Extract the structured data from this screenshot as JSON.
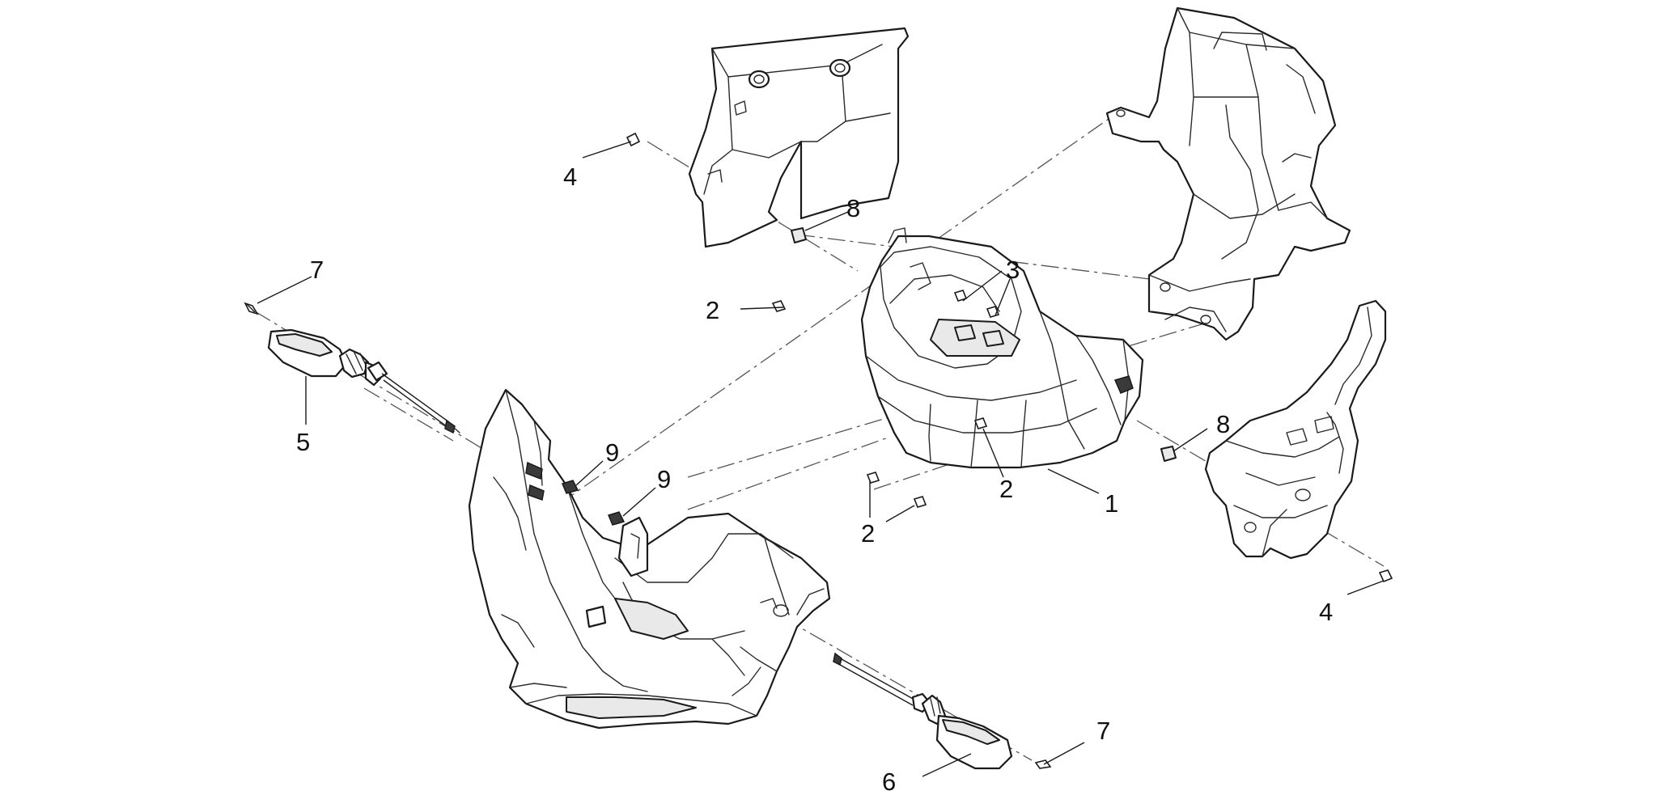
{
  "diagram": {
    "callouts": [
      {
        "id": "c1",
        "label": "1"
      },
      {
        "id": "c2a",
        "label": "2"
      },
      {
        "id": "c2b",
        "label": "2"
      },
      {
        "id": "c2c",
        "label": "2"
      },
      {
        "id": "c3",
        "label": "3"
      },
      {
        "id": "c4a",
        "label": "4"
      },
      {
        "id": "c4b",
        "label": "4"
      },
      {
        "id": "c5",
        "label": "5"
      },
      {
        "id": "c6",
        "label": "6"
      },
      {
        "id": "c7a",
        "label": "7"
      },
      {
        "id": "c7b",
        "label": "7"
      },
      {
        "id": "c8a",
        "label": "8"
      },
      {
        "id": "c8b",
        "label": "8"
      },
      {
        "id": "c9a",
        "label": "9"
      },
      {
        "id": "c9b",
        "label": "9"
      }
    ]
  }
}
